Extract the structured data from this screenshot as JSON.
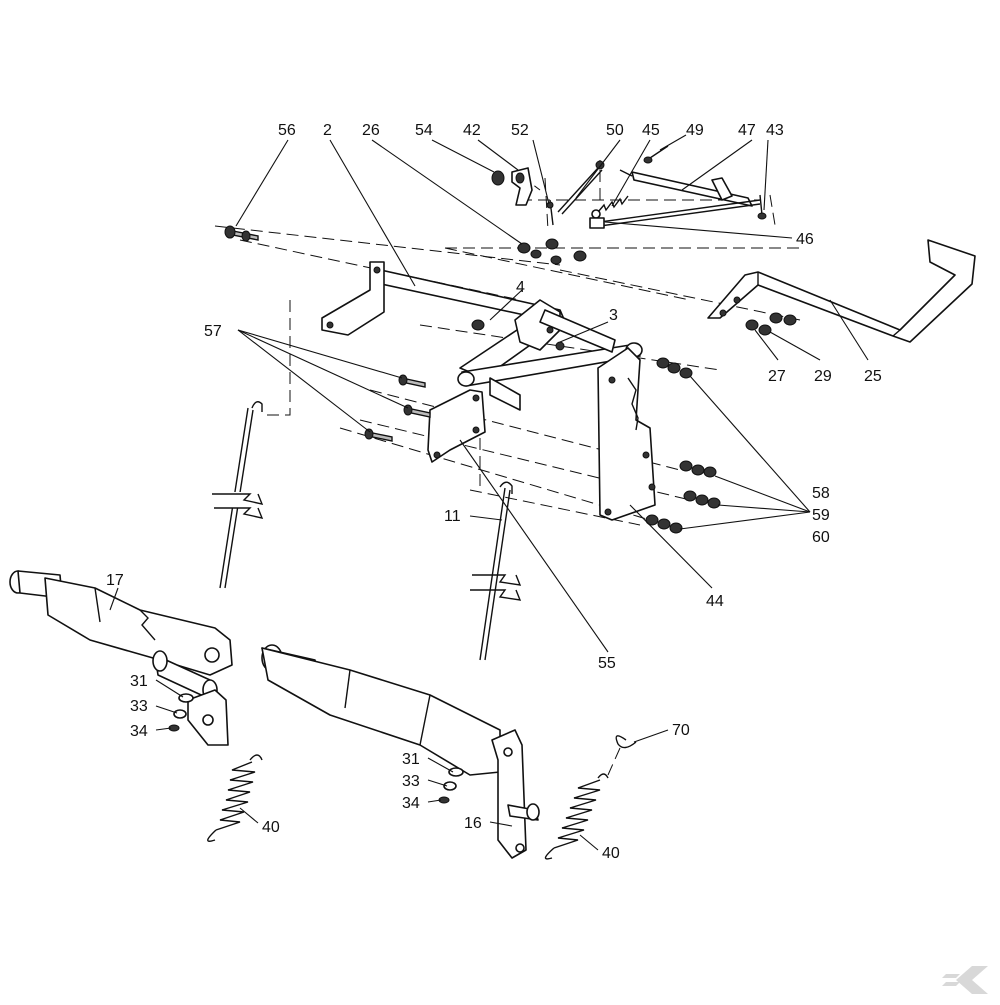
{
  "diagram": {
    "callouts": {
      "c56": "56",
      "c2": "2",
      "c26": "26",
      "c54": "54",
      "c42": "42",
      "c52": "52",
      "c50": "50",
      "c45": "45",
      "c49": "49",
      "c47": "47",
      "c43": "43",
      "c46": "46",
      "c4": "4",
      "c3": "3",
      "c57": "57",
      "c27": "27",
      "c29": "29",
      "c25": "25",
      "c58": "58",
      "c59": "59",
      "c60": "60",
      "c11": "11",
      "c44": "44",
      "c55": "55",
      "c17": "17",
      "c31a": "31",
      "c33a": "33",
      "c34a": "34",
      "c40a": "40",
      "c31b": "31",
      "c33b": "33",
      "c34b": "34",
      "c16": "16",
      "c40b": "40",
      "c70": "70"
    }
  }
}
